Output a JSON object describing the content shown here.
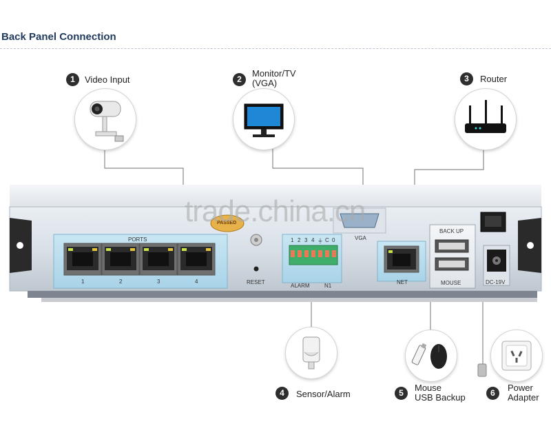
{
  "title": "Back Panel Connection",
  "callouts": [
    {
      "number": "1",
      "label": "Video Input"
    },
    {
      "number": "2",
      "label_line1": "Monitor/TV",
      "label_line2": "(VGA)"
    },
    {
      "number": "3",
      "label": "Router"
    },
    {
      "number": "4",
      "label": "Sensor/Alarm"
    },
    {
      "number": "5",
      "label_line1": "Mouse",
      "label_line2": "USB Backup"
    },
    {
      "number": "6",
      "label_line1": "Power",
      "label_line2": "Adapter"
    }
  ],
  "panel": {
    "ports_label": "PORTS",
    "port_numbers": [
      "1",
      "2",
      "3",
      "4"
    ],
    "passed_label": "PASSED",
    "reset_label": "RESET",
    "alarm_pins": [
      "1",
      "2",
      "3",
      "4",
      "⏚",
      "C",
      "0"
    ],
    "alarm_label": "ALARM",
    "n1_label": "N1",
    "vga_label": "VGA",
    "net_label": "NET",
    "backup_label": "BACK UP",
    "mouse_label": "MOUSE",
    "dc_label": "DC-19V"
  },
  "watermark": "trade.china.cn"
}
